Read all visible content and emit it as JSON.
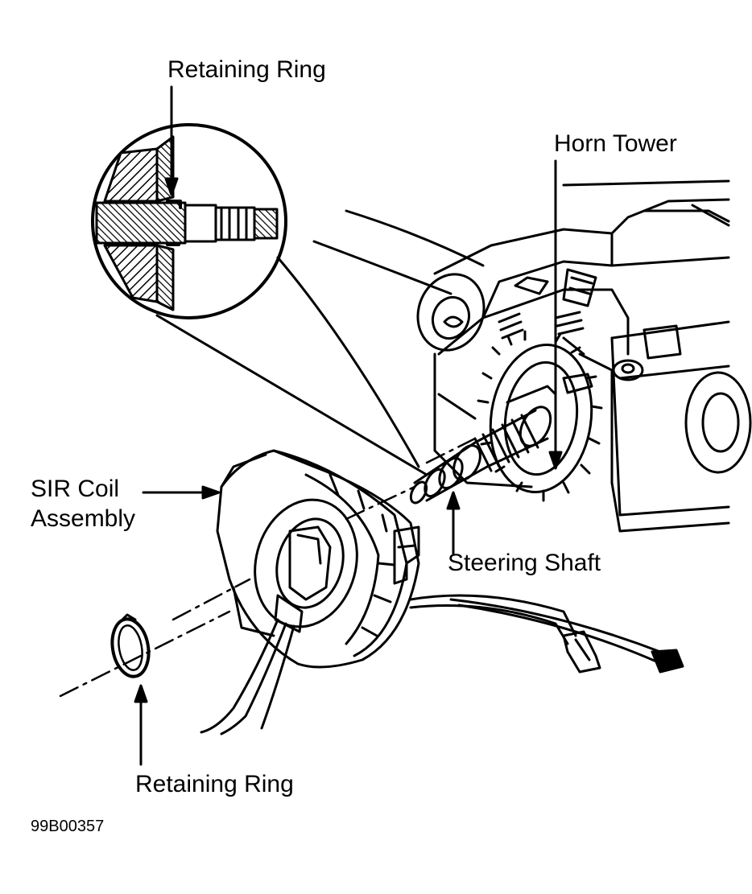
{
  "labels": {
    "retaining_ring_top": "Retaining Ring",
    "horn_tower": "Horn Tower",
    "sir_coil_line1": "SIR Coil",
    "sir_coil_line2": "Assembly",
    "steering_shaft": "Steering Shaft",
    "retaining_ring_bottom": "Retaining Ring"
  },
  "figure_id": "99B00357",
  "colors": {
    "ink": "#000000",
    "paper": "#ffffff"
  }
}
